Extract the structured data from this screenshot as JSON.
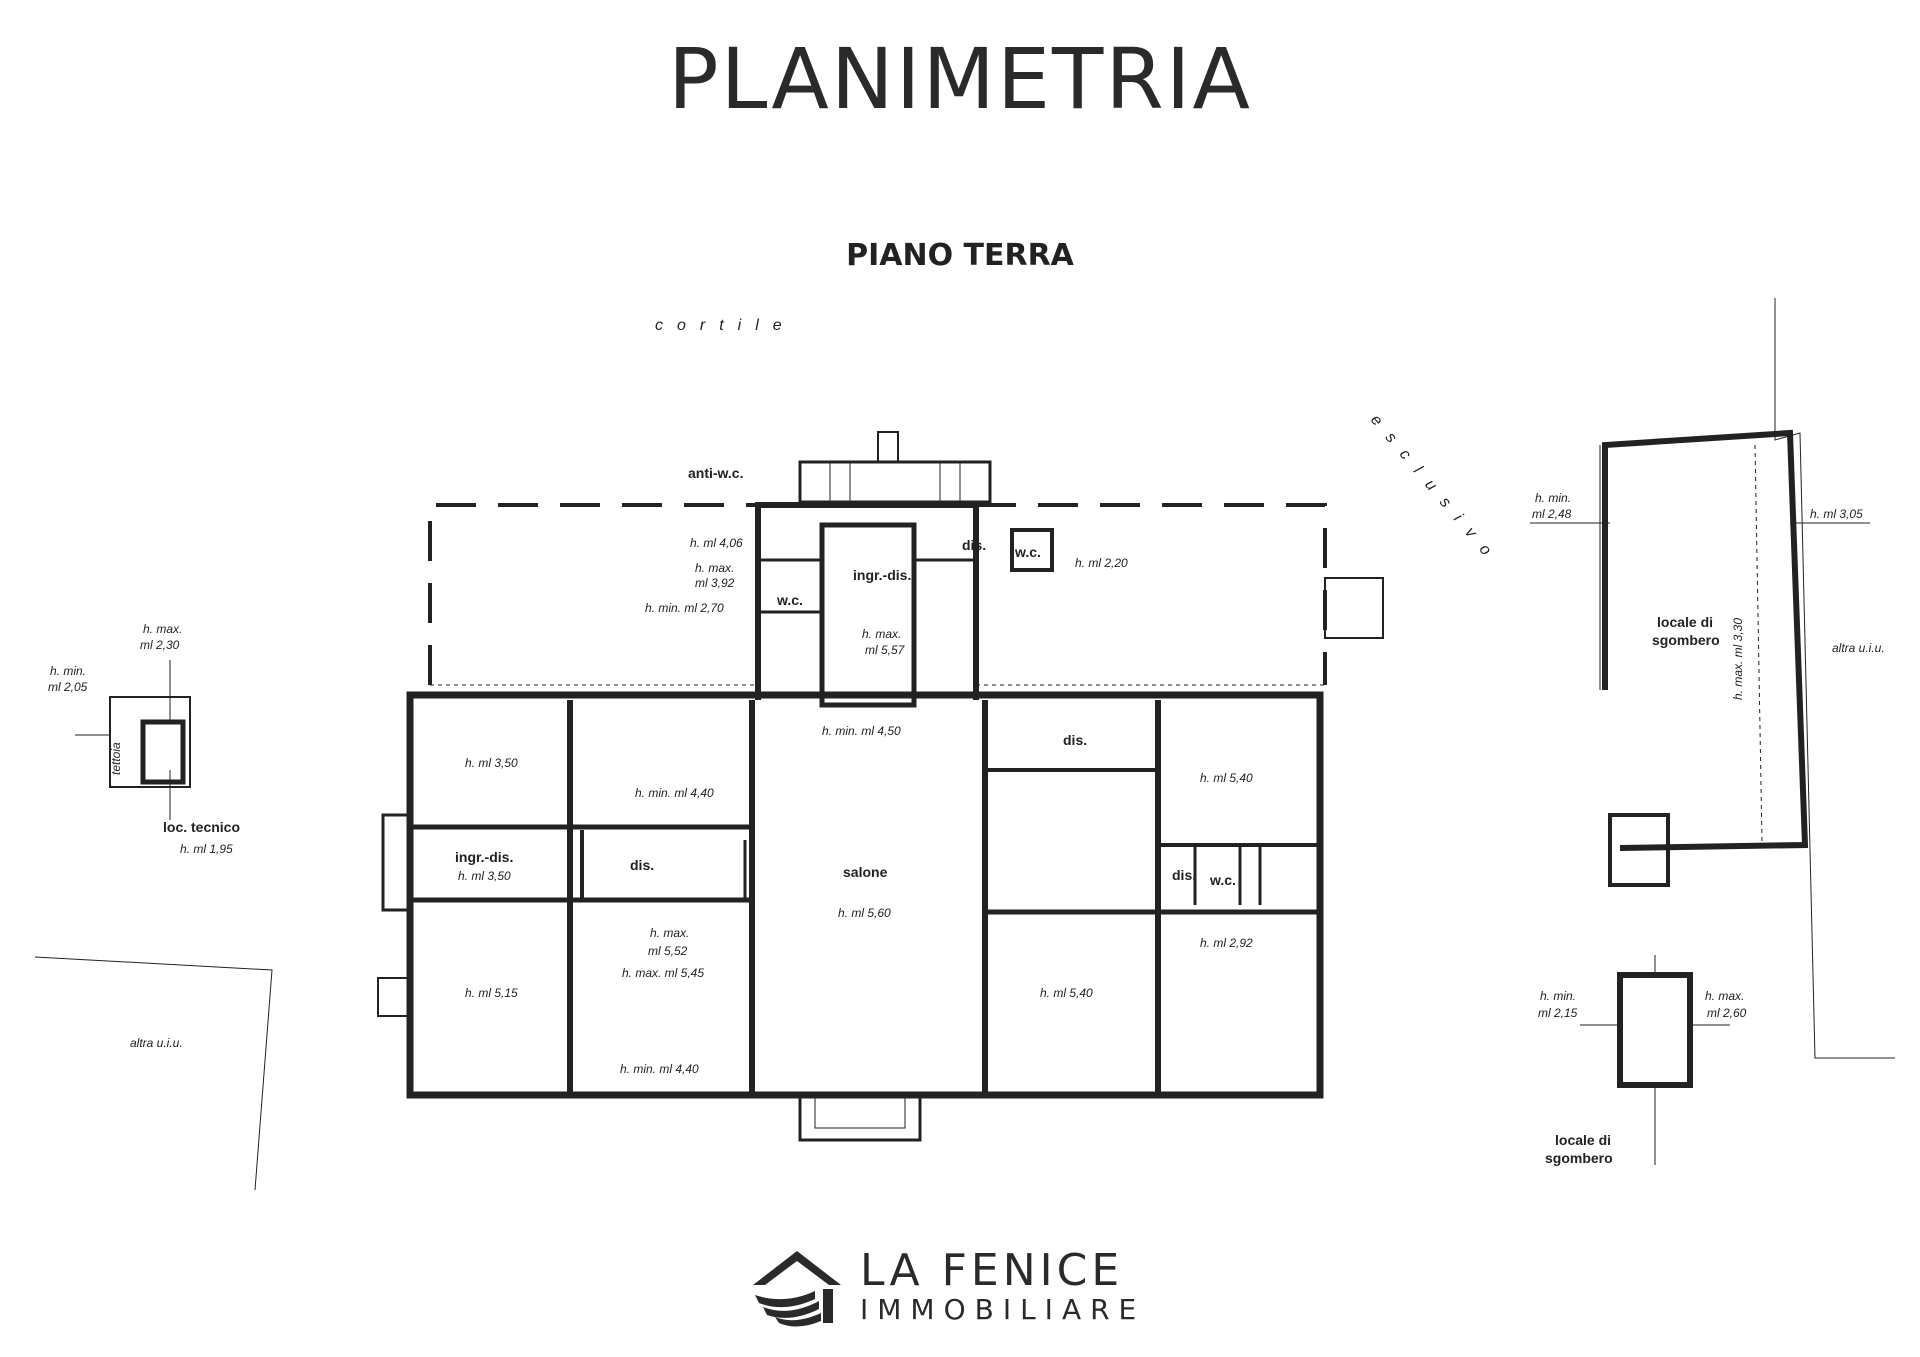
{
  "header": {
    "title": "PLANIMETRIA",
    "subtitle": "PIANO TERRA"
  },
  "labels": {
    "cortile": "cortile",
    "esclusivo": "esclusivo",
    "anti_wc": "anti-w.c.",
    "h_406": "h. ml 4,06",
    "h_max_392_a": "h. max.",
    "h_max_392_b": "ml 3,92",
    "h_min_270": "h. min. ml 2,70",
    "wc_left": "w.c.",
    "ingr_dis_top": "ingr.-dis.",
    "h_max_557_a": "h. max.",
    "h_max_557_b": "ml 5,57",
    "dis_top": "dis.",
    "wc_right": "w.c.",
    "h_220": "h. ml 2,20",
    "h_min_450": "h. min. ml 4,50",
    "h_350_top": "h. ml 3,50",
    "h_min_440_top": "h. min. ml 4,40",
    "ingr_dis_left": "ingr.-dis.",
    "h_350_left": "h. ml 3,50",
    "dis_mid": "dis.",
    "salone": "salone",
    "h_560": "h. ml 5,60",
    "h_max_552_a": "h. max.",
    "h_max_552_b": "ml 5,52",
    "h_max_545": "h. max. ml 5,45",
    "h_515": "h. ml 5,15",
    "h_min_440_bottom": "h. min. ml 4,40",
    "dis_right": "dis.",
    "h_540_top": "h. ml 5,40",
    "dis_small": "dis.",
    "wc_small": "w.c.",
    "h_292": "h. ml 2,92",
    "h_540_bottom": "h. ml 5,40",
    "tettoia": "tettoia",
    "h_max_230_a": "h. max.",
    "h_max_230_b": "ml 2,30",
    "h_min_205_a": "h. min.",
    "h_min_205_b": "ml 2,05",
    "loc_tecnico": "loc. tecnico",
    "h_195": "h. ml 1,95",
    "altra_uiu_left": "altra u.i.u.",
    "h_min_248_a": "h. min.",
    "h_min_248_b": "ml 2,48",
    "h_max_330": "h. max. ml 3,30",
    "h_305": "h. ml 3,05",
    "locale_sgombero_1a": "locale di",
    "locale_sgombero_1b": "sgombero",
    "altra_uiu_right": "altra u.i.u.",
    "h_min_215_a": "h. min.",
    "h_min_215_b": "ml 2,15",
    "h_max_260_a": "h. max.",
    "h_max_260_b": "ml 2,60",
    "locale_sgombero_2a": "locale di",
    "locale_sgombero_2b": "sgombero"
  },
  "brand": {
    "name": "LA FENICE",
    "sub": "IMMOBILIARE"
  }
}
